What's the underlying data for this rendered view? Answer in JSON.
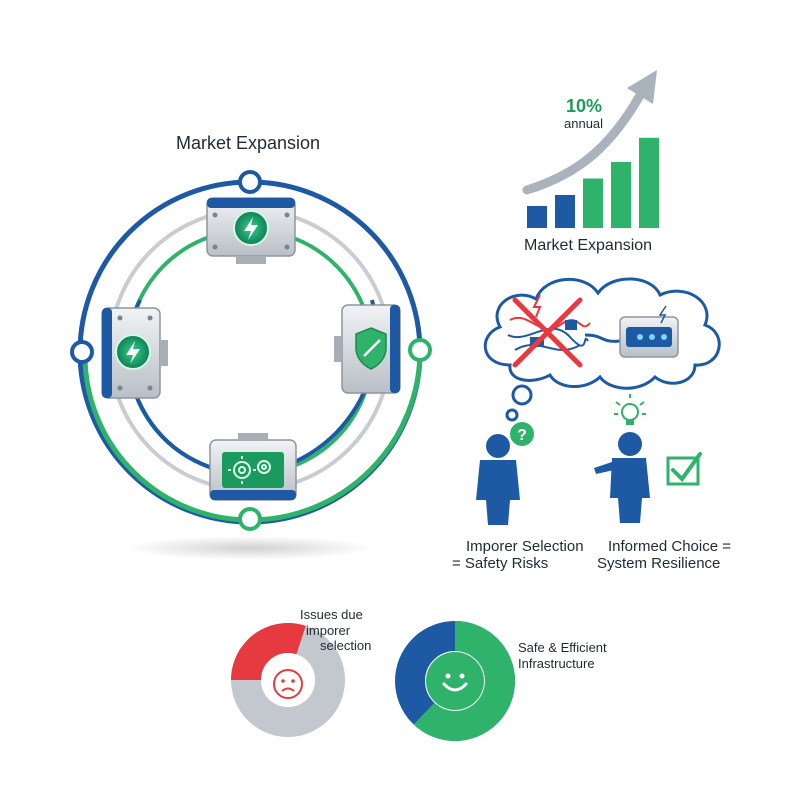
{
  "ring": {
    "title": "Market Expansion"
  },
  "growth": {
    "percent": "10%",
    "period": "annual",
    "caption": "Market Expansion",
    "bar_levels": [
      0.2,
      0.3,
      0.45,
      0.6,
      0.82
    ]
  },
  "people": {
    "left_line1": "Imporer Selection",
    "left_line2": "= Safety Risks",
    "right_line1": "Informed Choice =",
    "right_line2": "System Resilience"
  },
  "donuts": {
    "bad_line1": "Issues due",
    "bad_line2": "imporer",
    "bad_line3": "selection",
    "good_line1": "Safe & Efficient",
    "good_line2": "Infrastructure",
    "bad_red_fraction": 0.3,
    "good_green_fraction": 0.62
  },
  "colors": {
    "blue": "#1d5aa3",
    "green": "#2fb36a",
    "gray": "#c3c8cf",
    "red": "#e53a3f"
  }
}
